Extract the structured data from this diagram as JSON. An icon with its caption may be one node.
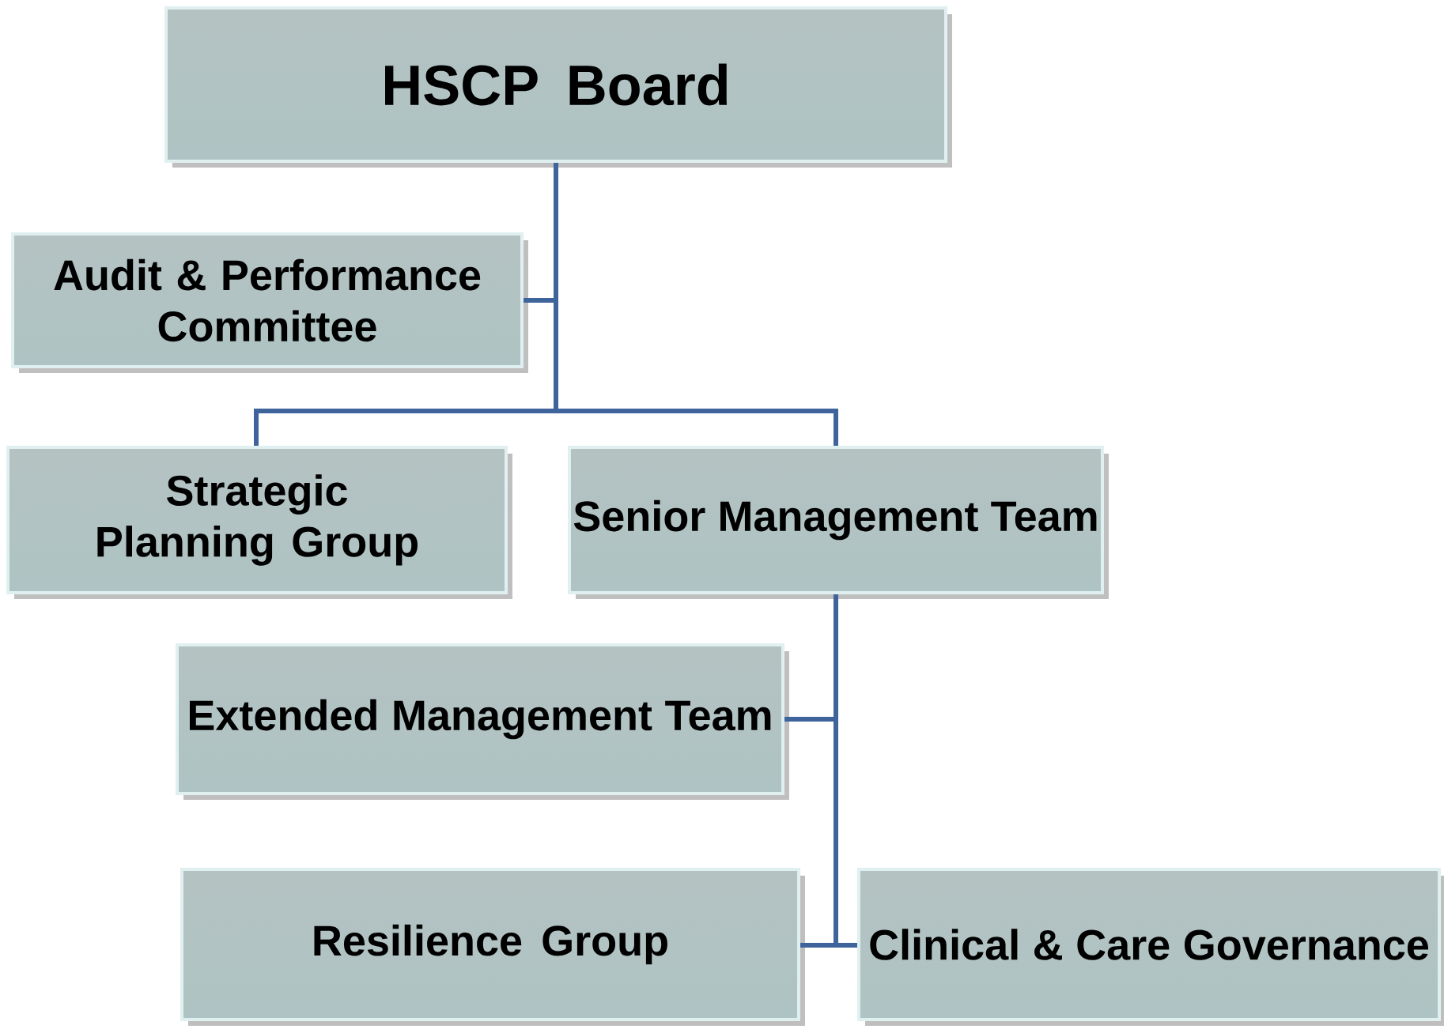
{
  "diagram": {
    "nodes": [
      {
        "text": [
          "HSCP Board"
        ]
      },
      {
        "text": [
          "Audit & Performance Committee"
        ]
      },
      {
        "text": [
          "Strategic Planning Group"
        ]
      },
      {
        "text": [
          "Senior Management Team"
        ]
      },
      {
        "text": [
          "Extended Management Team"
        ]
      },
      {
        "text": [
          "Resilience Group"
        ]
      },
      {
        "text": [
          "Clinical & Care Governance"
        ]
      }
    ],
    "edges": [
      {
        "from": 0,
        "to": 1,
        "arrow": "none"
      },
      {
        "from": 0,
        "to": 2,
        "arrow": "none"
      },
      {
        "from": 0,
        "to": 3,
        "arrow": "none"
      },
      {
        "from": 3,
        "to": 4,
        "arrow": "none"
      },
      {
        "from": 3,
        "to": 5,
        "arrow": "none"
      },
      {
        "from": 3,
        "to": 6,
        "arrow": "none"
      }
    ]
  }
}
